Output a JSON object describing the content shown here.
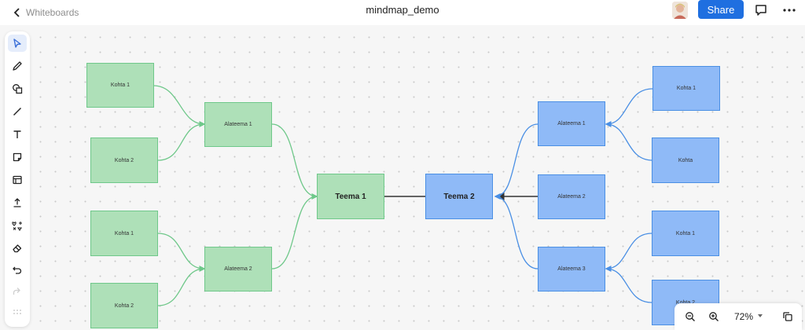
{
  "header": {
    "back_label": "Whiteboards",
    "title": "mindmap_demo",
    "share_label": "Share"
  },
  "toolbar": {
    "tools": [
      "select-icon",
      "pen-icon",
      "shapes-icon",
      "line-icon",
      "text-icon",
      "sticky-note-icon",
      "frame-icon",
      "upload-icon",
      "ai-shapes-icon",
      "eraser-icon",
      "undo-icon",
      "redo-icon",
      "more-tools-icon"
    ]
  },
  "mindmap": {
    "left": {
      "root": "Teema 1",
      "subtopics": [
        {
          "label": "Alateema 1",
          "points": [
            "Kohta 1",
            "Kohta 2"
          ]
        },
        {
          "label": "Alateema 2",
          "points": [
            "Kohta 1",
            "Kohta 2"
          ]
        }
      ]
    },
    "right": {
      "root": "Teema 2",
      "subtopics": [
        {
          "label": "Alateema 1",
          "points": [
            "Kohta 1",
            "Kohta"
          ]
        },
        {
          "label": "Alateema 2",
          "points": []
        },
        {
          "label": "Alateema 3",
          "points": [
            "Kohta 1",
            "Kohta 2"
          ]
        }
      ]
    },
    "colors": {
      "green_fill": "#aee0b8",
      "green_line": "#6fc88a",
      "blue_fill": "#8fbaf7",
      "blue_line": "#4a8fe4",
      "connector": "#333333"
    }
  },
  "zoom": {
    "level": "72%"
  }
}
